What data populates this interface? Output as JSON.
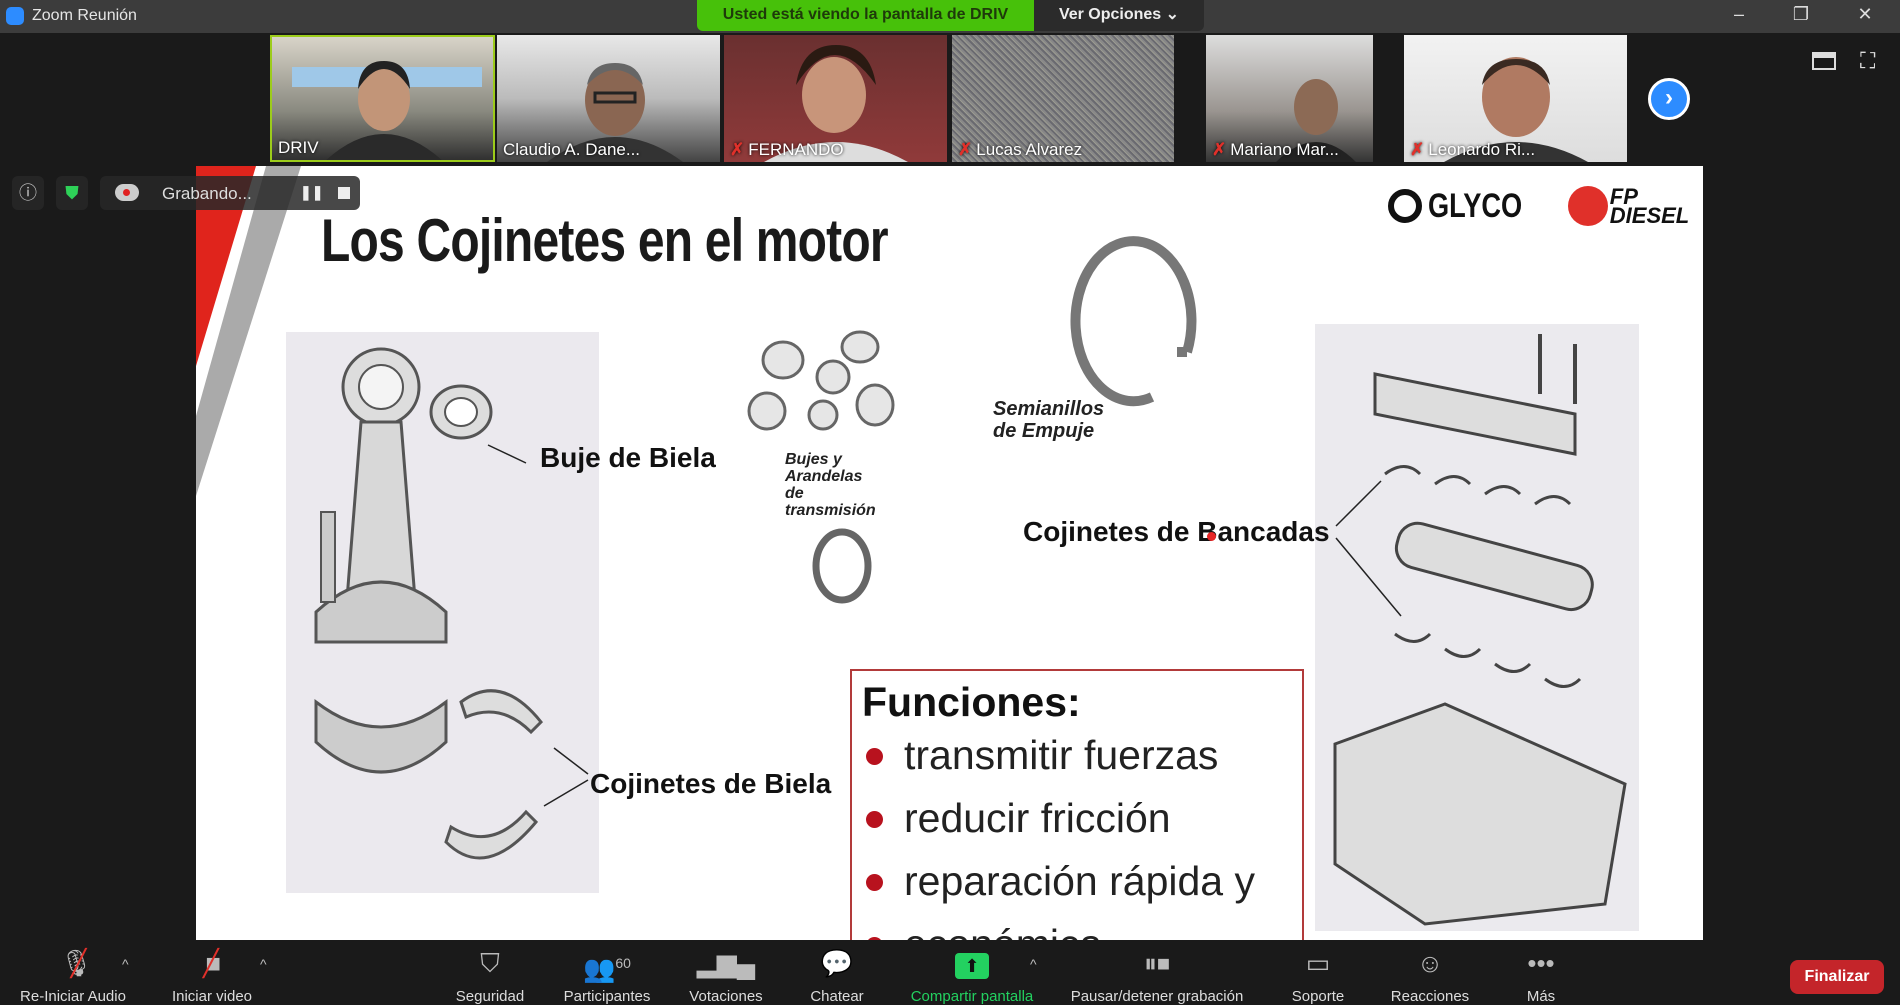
{
  "window": {
    "title": "Zoom Reunión",
    "banner": "Usted está viendo la pantalla de DRIV",
    "view_options": "Ver Opciones ⌄"
  },
  "participants": [
    {
      "name": "DRIV",
      "muted": false,
      "active": true
    },
    {
      "name": "Claudio A. Dane...",
      "muted": false
    },
    {
      "name": "FERNANDO",
      "muted": true
    },
    {
      "name": "Lucas Alvarez",
      "muted": true
    },
    {
      "name": "Mariano Mar...",
      "muted": true
    },
    {
      "name": "Leonardo Ri...",
      "muted": true
    }
  ],
  "recording": {
    "label": "Grabando..."
  },
  "slide": {
    "title": "Los Cojinetes en el motor",
    "logos": [
      "GLYCO",
      "FP DIESEL"
    ],
    "labels": {
      "buje_biela": "Buje de Biela",
      "cojinetes_biela": "Cojinetes de Biela",
      "bujes_arandelas": [
        "Bujes y",
        "Arandelas",
        "de",
        "transmisión"
      ],
      "semianillos": [
        "Semianillos",
        "de Empuje"
      ],
      "bancadas": "Cojinetes de Bancadas"
    },
    "funciones": {
      "heading": "Funciones:",
      "items": [
        "transmitir fuerzas",
        "reducir fricción",
        "reparación rápida y",
        "económica"
      ]
    }
  },
  "toolbar": {
    "items": [
      {
        "label": "Re-Iniciar Audio",
        "icon": "mic-muted-icon"
      },
      {
        "label": "Iniciar video",
        "icon": "video-off-icon"
      },
      {
        "label": "Seguridad",
        "icon": "shield-icon"
      },
      {
        "label": "Participantes",
        "icon": "participants-icon",
        "count": "60"
      },
      {
        "label": "Votaciones",
        "icon": "poll-icon"
      },
      {
        "label": "Chatear",
        "icon": "chat-icon"
      },
      {
        "label": "Compartir pantalla",
        "icon": "share-screen-icon"
      },
      {
        "label": "Pausar/detener grabación",
        "icon": "pause-stop-icon"
      },
      {
        "label": "Soporte",
        "icon": "support-icon"
      },
      {
        "label": "Reacciones",
        "icon": "reactions-icon"
      },
      {
        "label": "Más",
        "icon": "more-icon"
      }
    ],
    "end": "Finalizar"
  },
  "colors": {
    "banner": "#47c10a",
    "accent": "#2d8cff",
    "end": "#c4252a",
    "slide_red": "#b8121e"
  }
}
